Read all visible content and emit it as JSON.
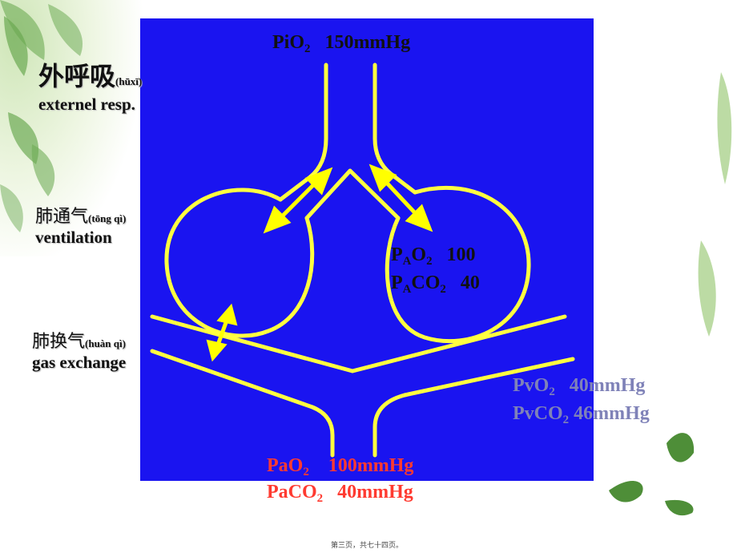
{
  "colors": {
    "panel": "#1a14f0",
    "airway": "#ffff40",
    "arrow": "#ffff00",
    "venous": "#7f82b8",
    "arterial": "#ff3a30",
    "leaf": "#5aa040"
  },
  "icons": [
    "leaf-decoration",
    "double-arrow-icon"
  ],
  "inspired": {
    "label": "PiO",
    "sub": "2",
    "value": "150mmHg"
  },
  "external": {
    "title": "外呼吸",
    "pinyin": "(hūxī)",
    "english": "externel resp."
  },
  "ventilation": {
    "title": "肺通气",
    "pinyin": "(tōng qì)",
    "english": "ventilation"
  },
  "exchange": {
    "title": "肺换气",
    "pinyin": "(huàn qì)",
    "english": "gas exchange"
  },
  "alveolar": {
    "o2": {
      "p": "P",
      "psub": "A",
      "gas": "O",
      "gsub": "2",
      "value": "100"
    },
    "co2": {
      "p": "P",
      "psub": "A",
      "gas": "CO",
      "gsub": "2",
      "value": "40"
    }
  },
  "venous": {
    "o2": {
      "label": "PvO",
      "sub": "2",
      "value": "40mmHg"
    },
    "co2": {
      "label": "PvCO",
      "sub": "2",
      "value": "46mmHg"
    }
  },
  "arterial": {
    "o2": {
      "label": "PaO",
      "sub": "2",
      "value": "100mmHg"
    },
    "co2": {
      "label": "PaCO",
      "sub": "2",
      "value": "40mmHg"
    }
  },
  "footer": "第三页，共七十四页。"
}
